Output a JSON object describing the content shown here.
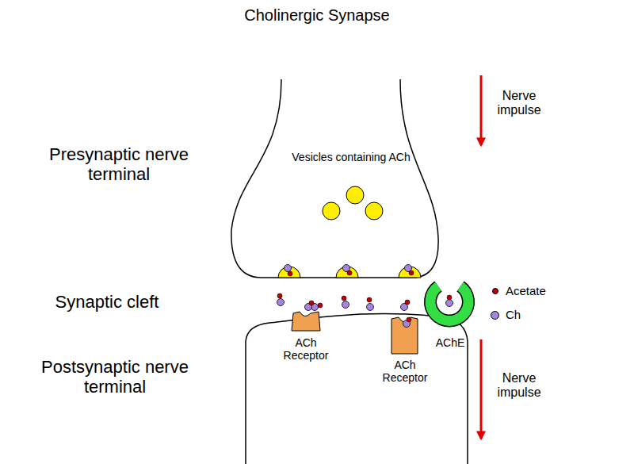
{
  "diagram": {
    "title": "Cholinergic Synapse",
    "labels": [
      "Nerve impulse",
      "Presynaptic nerve terminal",
      "Vesicles containing ACh",
      "Synaptic cleft",
      "ACh Receptor",
      "ACh Receptor",
      "AChE",
      "Postsynaptic nerve terminal",
      "Nerve impulse"
    ],
    "legend": [
      {
        "text": "Acetate",
        "color": "#c00000"
      },
      {
        "text": "Ch",
        "color": "#a585e0"
      }
    ]
  }
}
